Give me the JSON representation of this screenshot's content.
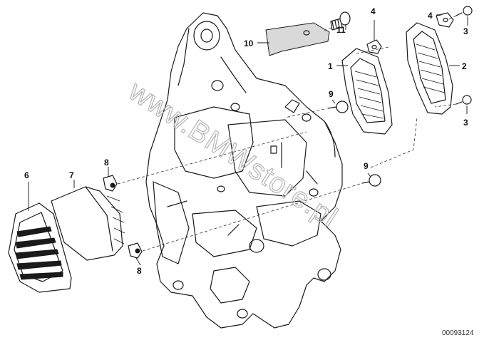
{
  "callouts": {
    "c1": "1",
    "c2": "2",
    "c3a": "3",
    "c3b": "3",
    "c4a": "4",
    "c4b": "4",
    "c6": "6",
    "c7": "7",
    "c8a": "8",
    "c8b": "8",
    "c9a": "9",
    "c9b": "9",
    "c10": "10",
    "c11": "11"
  },
  "watermark": "www.BMWstore.pl",
  "reference_number": "00093124"
}
